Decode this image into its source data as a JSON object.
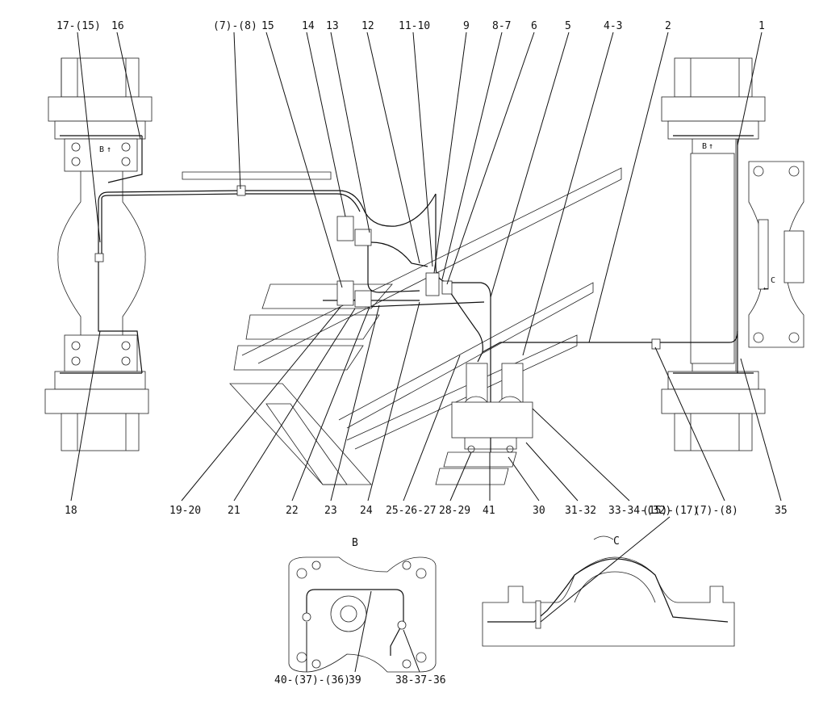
{
  "callouts_top": [
    "17-(15)",
    "16",
    "(7)-(8)",
    "15",
    "14",
    "13",
    "12",
    "11-10",
    "9",
    "8-7",
    "6",
    "5",
    "4-3",
    "2",
    "1"
  ],
  "callouts_bottom": [
    "18",
    "19-20",
    "21",
    "22",
    "23",
    "24",
    "25-26-27",
    "28-29",
    "41",
    "30",
    "31-32",
    "33-34-(32)",
    "(7)-(8)",
    "35"
  ],
  "view_b": {
    "title": "B",
    "labels": [
      "40-(37)-(36)",
      "39",
      "38-37-36"
    ]
  },
  "view_c": {
    "title": "C",
    "labels": [
      "(15)-(17)"
    ]
  },
  "markers": {
    "b_left": "B",
    "b_right": "B",
    "c": "C"
  }
}
